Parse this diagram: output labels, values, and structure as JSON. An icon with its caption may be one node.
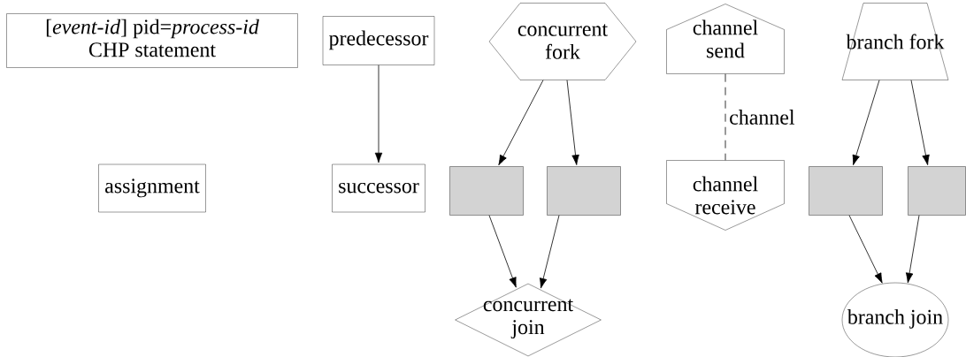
{
  "diagram": {
    "nodes": [
      {
        "text": [
          "[*event-id*] pid=*process-id*",
          "CHP statement"
        ]
      },
      {
        "text": [
          "predecessor"
        ]
      },
      {
        "text": [
          "assignment"
        ]
      },
      {
        "text": [
          "successor"
        ]
      },
      {
        "text": [
          "concurrent fork"
        ]
      },
      {
        "text": [],
        "shape": "box"
      },
      {
        "text": [],
        "shape": "box"
      },
      {
        "text": [
          "concurrent join"
        ]
      },
      {
        "text": [
          "channel send"
        ]
      },
      {
        "text": [
          "channel receive"
        ]
      },
      {
        "text": [
          "branch fork"
        ]
      },
      {
        "text": [],
        "shape": "box"
      },
      {
        "text": [],
        "shape": "box"
      },
      {
        "text": [
          "branch join"
        ]
      }
    ],
    "edges": [
      {
        "from": 1,
        "to": 3,
        "arrow": "to"
      },
      {
        "from": 4,
        "to": 5,
        "arrow": "to"
      },
      {
        "from": 4,
        "to": 6,
        "arrow": "to"
      },
      {
        "from": 5,
        "to": 7,
        "arrow": "to"
      },
      {
        "from": 6,
        "to": 7,
        "arrow": "to"
      },
      {
        "from": 8,
        "to": 9,
        "arrow": "none",
        "label": "channel",
        "style": "dashed"
      },
      {
        "from": 10,
        "to": 11,
        "arrow": "to"
      },
      {
        "from": 10,
        "to": 12,
        "arrow": "to"
      },
      {
        "from": 11,
        "to": 13,
        "arrow": "to"
      },
      {
        "from": 12,
        "to": 13,
        "arrow": "to"
      }
    ]
  }
}
